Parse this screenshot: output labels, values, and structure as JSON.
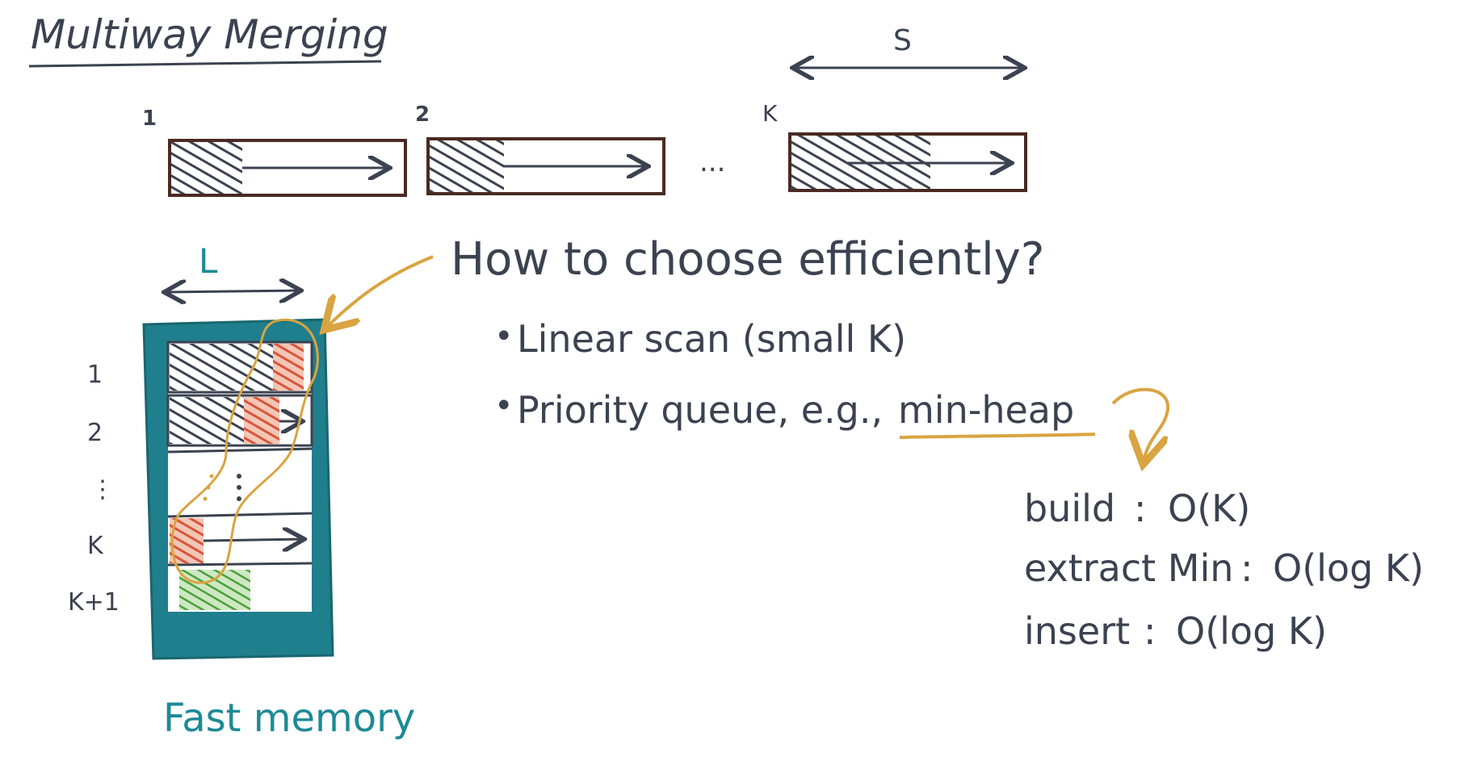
{
  "title": "Multiway Merging",
  "runs": {
    "labels": [
      "1",
      "2",
      "K"
    ],
    "ellipsis": "...",
    "size_label": "S"
  },
  "fast_memory": {
    "width_label": "L",
    "row_labels": [
      "1",
      "2",
      "⋮",
      "K",
      "K+1"
    ],
    "caption": "Fast memory"
  },
  "question": {
    "heading": "How to choose efficiently?",
    "bullets": [
      {
        "text": "Linear scan (small K)"
      },
      {
        "text_prefix": "Priority queue, e.g.,",
        "highlight": "min-heap"
      }
    ]
  },
  "complexity": [
    {
      "op": "build",
      "sep": ":",
      "cost": "O(K)"
    },
    {
      "op": "extract Min",
      "sep": ":",
      "cost": "O(log K)"
    },
    {
      "op": "insert",
      "sep": ":",
      "cost": "O(log K)"
    }
  ],
  "colors": {
    "ink": "#3b4250",
    "run_border": "#4a2a22",
    "teal": "#1f7f8c",
    "teal_text": "#1d8a96",
    "orange": "#d9a441",
    "red": "#d8553a",
    "green": "#4aa13b"
  }
}
